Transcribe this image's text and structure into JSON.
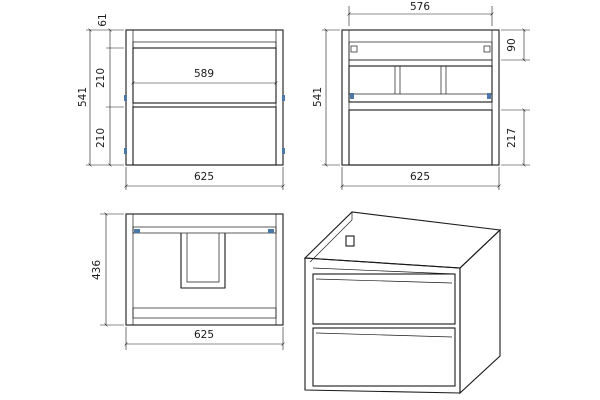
{
  "views": {
    "front": {
      "width": "625",
      "height": "541",
      "top_gap": "61",
      "drawer_top": "210",
      "drawer_bottom": "210",
      "inner_width": "589"
    },
    "rear": {
      "width": "625",
      "height": "541",
      "inner_width": "576",
      "top_gap": "90",
      "lower_panel": "217"
    },
    "top": {
      "width": "625",
      "depth": "436"
    }
  }
}
